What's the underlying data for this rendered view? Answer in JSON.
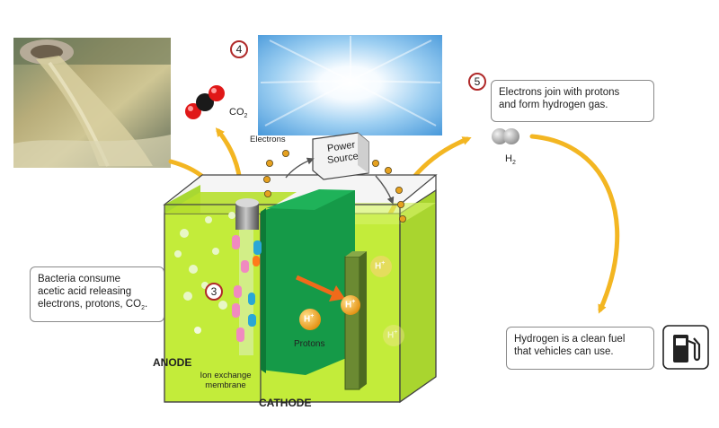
{
  "steps": {
    "three": "3",
    "four": "4",
    "five": "5"
  },
  "callouts": {
    "bacteria": {
      "line1": "Bacteria consume",
      "line2": "acetic acid releasing",
      "line3": "electrons, protons, CO",
      "line3_sub": "2",
      "line3_end": "."
    },
    "electrons_join": {
      "line1": "Electrons join with protons",
      "line2": "and form hydrogen gas."
    },
    "clean_fuel": {
      "line1": "Hydrogen is a clean fuel",
      "line2": "that vehicles can use."
    }
  },
  "labels": {
    "co2": "CO",
    "co2_sub": "2",
    "h2": "H",
    "h2_sub": "2",
    "electrons": "Electrons",
    "power_source_line1": "Power",
    "power_source_line2": "Source",
    "anode": "ANODE",
    "cathode": "CATHODE",
    "ion_membrane_line1": "Ion exchange",
    "ion_membrane_line2": "membrane",
    "protons": "Protons",
    "h_plus": "H",
    "h_plus_sup": "+"
  },
  "colors": {
    "liquid": "#c3ec3a",
    "membrane": "#159a48",
    "arrow_yellow": "#f3b622",
    "arrow_orange": "#f06a1a",
    "electron": "#e6a11f",
    "step_ring": "#b02a2a"
  },
  "icons": [
    "wastewater-photo",
    "sun-photo",
    "co2-molecule-icon",
    "h2-molecule-icon",
    "fuel-pump-icon"
  ]
}
